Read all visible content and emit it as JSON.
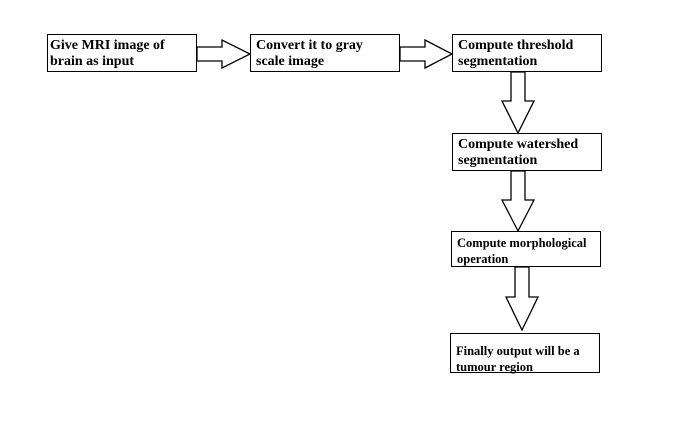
{
  "steps": [
    "Give MRI image of brain as input",
    "Convert it to gray scale image",
    "Compute threshold segmentation",
    "Compute watershed segmentation",
    "Compute morphological operation",
    "Finally output will be a tumour region"
  ]
}
